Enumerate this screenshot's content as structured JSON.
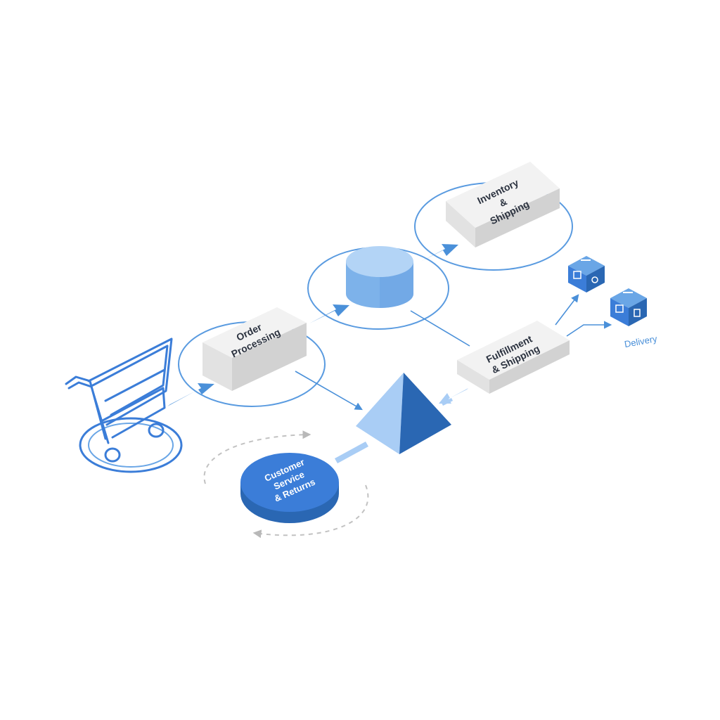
{
  "nodes": {
    "order_processing": {
      "line1": "Order",
      "line2": "Processing"
    },
    "inventory_shipping": {
      "line1": "Inventory",
      "line2": "&",
      "line3": "Shipping"
    },
    "fulfillment_shipping": {
      "line1": "Fulfillment",
      "line2": "& Shipping"
    },
    "customer_service": {
      "line1": "Customer",
      "line2": "Service",
      "line3": "& Returns"
    },
    "delivery": {
      "label": "Delivery"
    }
  },
  "icons": {
    "cart": "shopping-cart-icon",
    "database": "database-cylinder-icon",
    "pyramid": "pyramid-hub-icon",
    "package": "package-box-icon"
  },
  "colors": {
    "accent": "#3b7dd8",
    "accent_dark": "#2a67b3",
    "accent_light": "#a9cdf5",
    "box_top": "#f2f2f2",
    "box_left": "#e4e4e4",
    "box_right": "#d3d3d3",
    "text": "#2c3340"
  }
}
